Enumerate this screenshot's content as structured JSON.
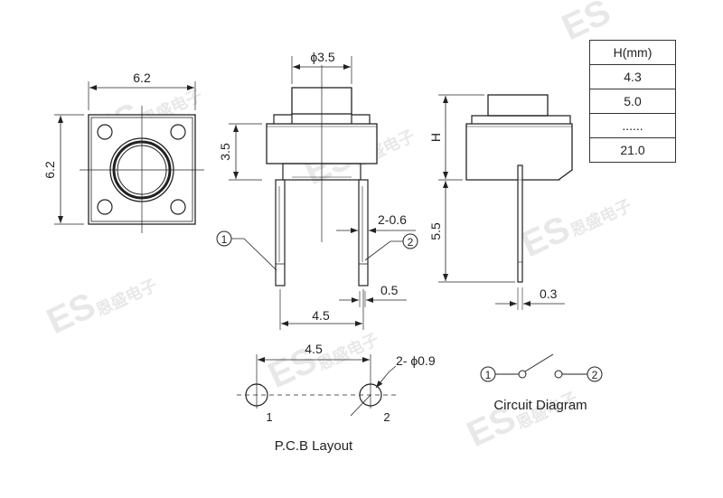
{
  "top_view": {
    "width_dim": "6.2",
    "height_dim": "6.2"
  },
  "front_view": {
    "cap_dia": "ϕ3.5",
    "body_h": "3.5",
    "pin_w": "2-0.6",
    "pin_t": "0.5",
    "pin_pitch": "4.5",
    "pin1": "1",
    "pin2": "2"
  },
  "side_view": {
    "h_label": "H",
    "lead_len": "5.5",
    "lead_t": "0.3"
  },
  "h_table": {
    "header": "H(mm)",
    "rows": [
      "4.3",
      "5.0",
      "......",
      "21.0"
    ]
  },
  "pcb_layout": {
    "pitch": "4.5",
    "hole": "2- ϕ0.9",
    "pad1": "1",
    "pad2": "2",
    "caption": "P.C.B Layout"
  },
  "circuit": {
    "n1": "1",
    "n2": "2",
    "caption": "Circuit Diagram"
  },
  "watermark": {
    "logo": "ES",
    "chars": "恩盛电子"
  }
}
